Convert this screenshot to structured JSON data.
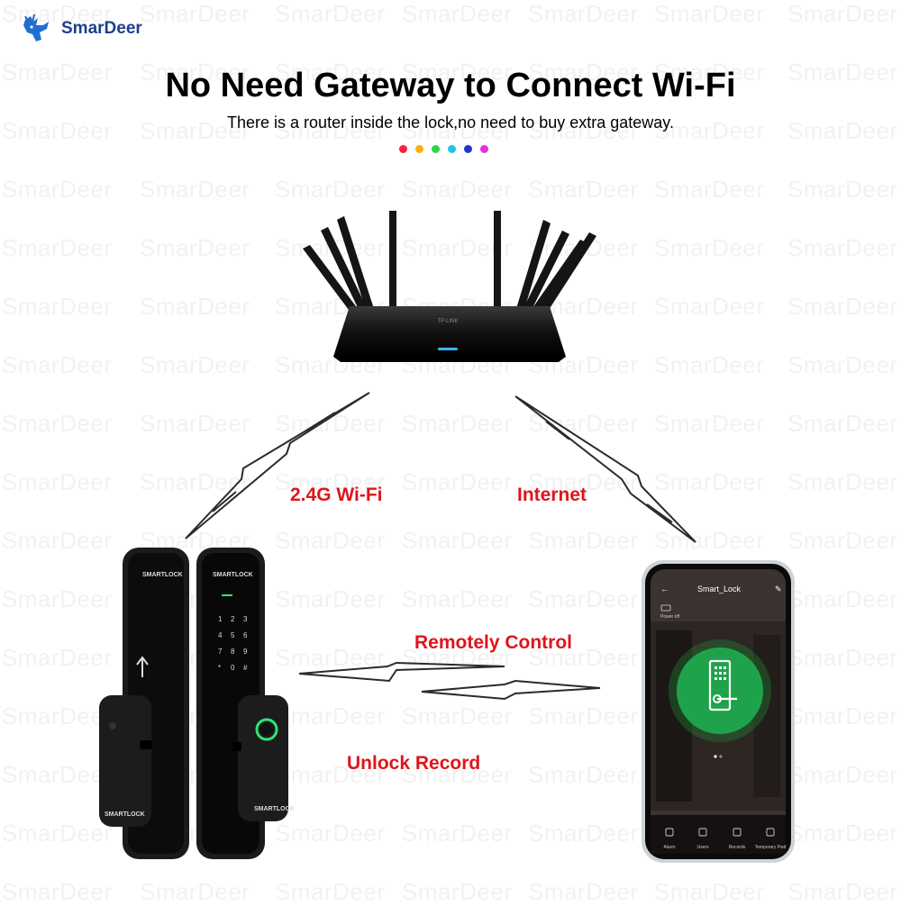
{
  "brand": {
    "name": "SmarDeer",
    "logo_icon": "deer-logo-icon",
    "color": "#1f3e8f"
  },
  "watermark_text": "SmarDeer",
  "header": {
    "title": "No Need Gateway to Connect Wi-Fi",
    "subtitle": "There is a router inside the lock,no need to buy extra gateway."
  },
  "color_dots": [
    "#ff1f3d",
    "#ffb000",
    "#2fd44a",
    "#1ec6e6",
    "#2437c8",
    "#e62fd8"
  ],
  "labels": {
    "wifi": "2.4G Wi-Fi",
    "internet": "Internet",
    "remote_control": "Remotely Control",
    "unlock_record": "Unlock Record",
    "color": "#e0141b"
  },
  "router": {
    "brand_text": "TP-LINK",
    "icon": "router-icon"
  },
  "lock": {
    "brand_text": "SMARTLOCK",
    "icon": "smart-lock-icon",
    "keypad": [
      "1",
      "2",
      "3",
      "4",
      "5",
      "6",
      "7",
      "8",
      "9",
      "*",
      "0",
      "#"
    ]
  },
  "phone": {
    "app_title": "Smart_Lock",
    "power_label": "Power off",
    "nav_items": [
      "Alarm",
      "Users",
      "Records",
      "Temporary Pwd"
    ],
    "accent_color": "#1fa34a"
  }
}
